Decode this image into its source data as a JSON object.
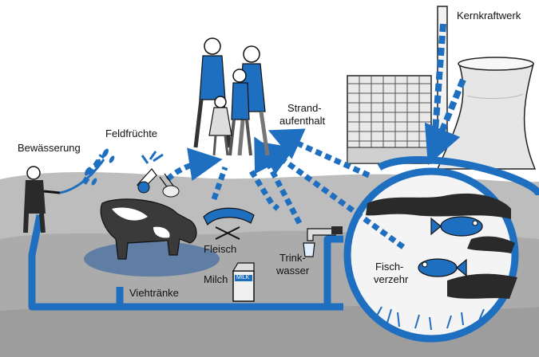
{
  "colors": {
    "pathway": "#1f6fc0",
    "ground": "#bdbdbd",
    "ground_dark": "#9a9a9a",
    "building": "#e9e9e9",
    "outline": "#222222",
    "clothing": "#1f6fc0"
  },
  "labels": {
    "kernkraftwerk": "Kernkraftwerk",
    "bewaesserung": "Bewässerung",
    "feldfruechte": "Feldfrüchte",
    "strand_line1": "Strand-",
    "strand_line2": "aufenthalt",
    "fleisch": "Fleisch",
    "trink_line1": "Trink-",
    "trink_line2": "wasser",
    "milch": "Milch",
    "viehtraenke": "Viehtränke",
    "fisch_line1": "Fisch-",
    "fisch_line2": "verzehr",
    "milk_carton": "MILK"
  },
  "icons": [
    "nuclear-plant-icon",
    "family-icon",
    "cow-icon",
    "fish-icon",
    "farmer-icon",
    "vegetables-icon",
    "sausage-icon",
    "milk-carton-icon",
    "water-tap-icon"
  ]
}
